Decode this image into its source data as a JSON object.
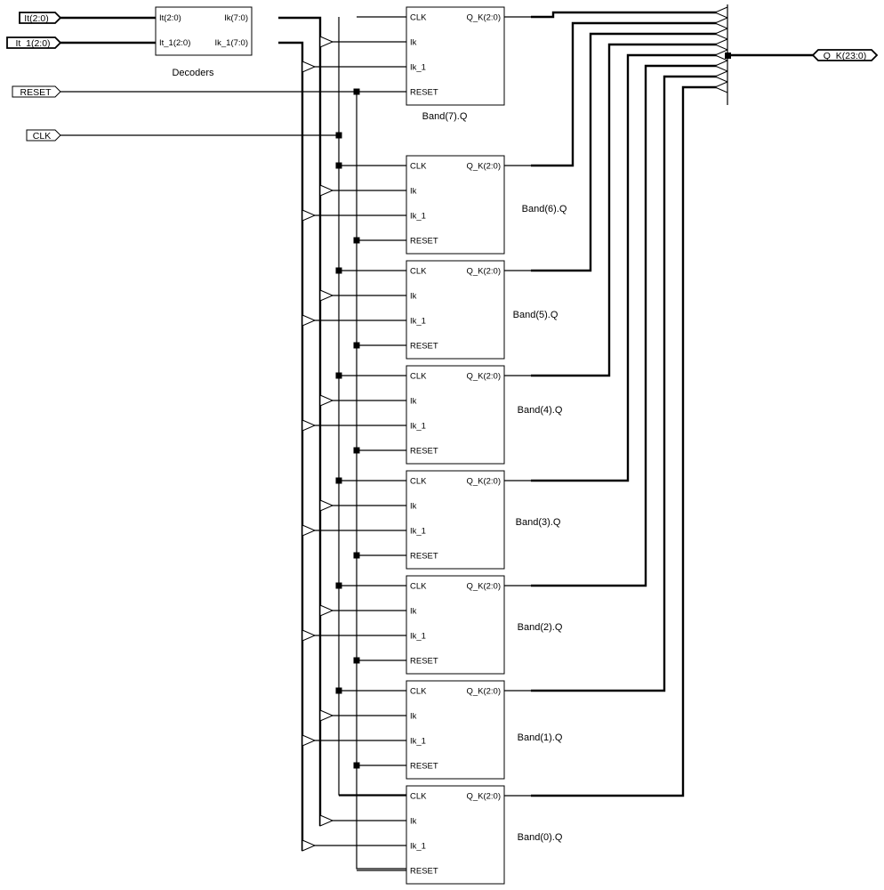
{
  "ports": {
    "it": "It(2:0)",
    "it_1": "It_1(2:0)",
    "reset": "RESET",
    "clk": "CLK",
    "output": "Q_K(23:0)"
  },
  "decoder": {
    "caption": "Decoders",
    "pins": {
      "in_it": "It(2:0)",
      "in_it_1": "It_1(2:0)",
      "out_ik": "Ik(7:0)",
      "out_ik_1": "Ik_1(7:0)"
    }
  },
  "band_pins": {
    "clk": "CLK",
    "ik": "Ik",
    "ik_1": "Ik_1",
    "reset": "RESET",
    "q": "Q_K(2:0)"
  },
  "bands": [
    {
      "name": "Band(7).Q"
    },
    {
      "name": "Band(6).Q"
    },
    {
      "name": "Band(5).Q"
    },
    {
      "name": "Band(4).Q"
    },
    {
      "name": "Band(3).Q"
    },
    {
      "name": "Band(2).Q"
    },
    {
      "name": "Band(1).Q"
    },
    {
      "name": "Band(0).Q"
    }
  ]
}
